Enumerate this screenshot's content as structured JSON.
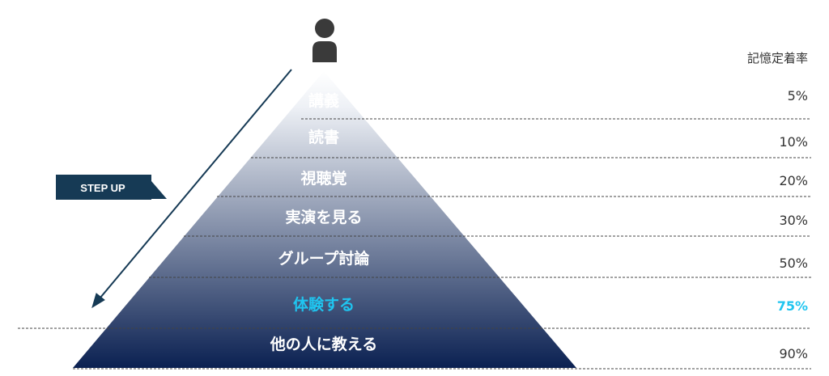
{
  "header": {
    "rate_heading": "記憶定着率"
  },
  "step_label": "STEP UP",
  "icons": {
    "person": "person-icon",
    "arrow": "arrow-down-left-icon"
  },
  "colors": {
    "pyramid_top": "#ffffff",
    "pyramid_bottom": "#0b2152",
    "label_text": "#ffffff",
    "highlight": "#1fc5f0",
    "step_box": "#163a55",
    "arrow": "#163a55",
    "person": "#3a3a3a",
    "rate_text": "#333333",
    "divider": "#444444"
  },
  "levels": [
    {
      "label": "講義",
      "rate": "5%",
      "highlight": false
    },
    {
      "label": "読書",
      "rate": "10%",
      "highlight": false
    },
    {
      "label": "視聴覚",
      "rate": "20%",
      "highlight": false
    },
    {
      "label": "実演を見る",
      "rate": "30%",
      "highlight": false
    },
    {
      "label": "グループ討論",
      "rate": "50%",
      "highlight": false
    },
    {
      "label": "体験する",
      "rate": "75%",
      "highlight": true
    },
    {
      "label": "他の人に教える",
      "rate": "90%",
      "highlight": false
    }
  ]
}
